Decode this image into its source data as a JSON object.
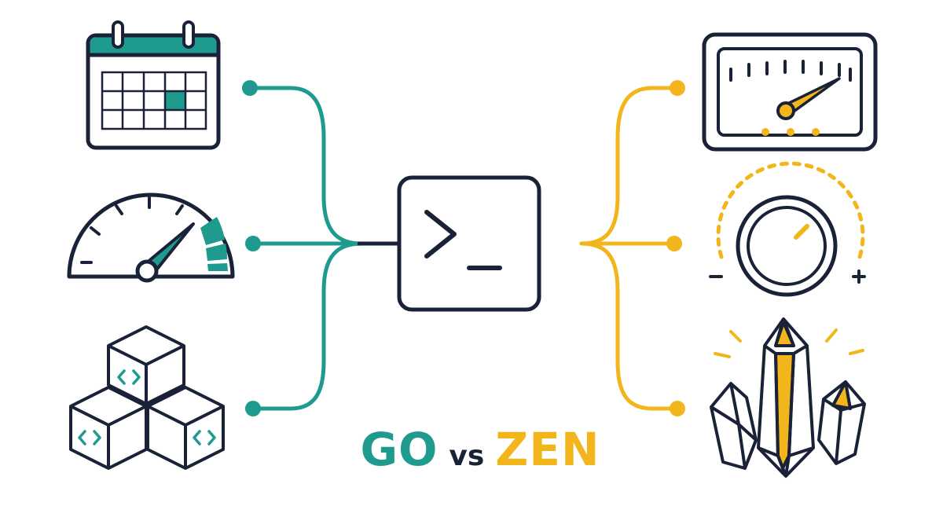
{
  "caption": {
    "left": "GO",
    "middle": "vs",
    "right": "ZEN"
  },
  "colors": {
    "ink": "#1a2238",
    "teal": "#1e9b8e",
    "gold": "#f2b51c",
    "background": "#ffffff"
  },
  "icons": {
    "center": "terminal-prompt-icon",
    "left": [
      "calendar-icon",
      "speedometer-icon",
      "code-cubes-icon"
    ],
    "right": [
      "analog-meter-icon",
      "volume-knob-icon",
      "crystals-icon"
    ]
  }
}
